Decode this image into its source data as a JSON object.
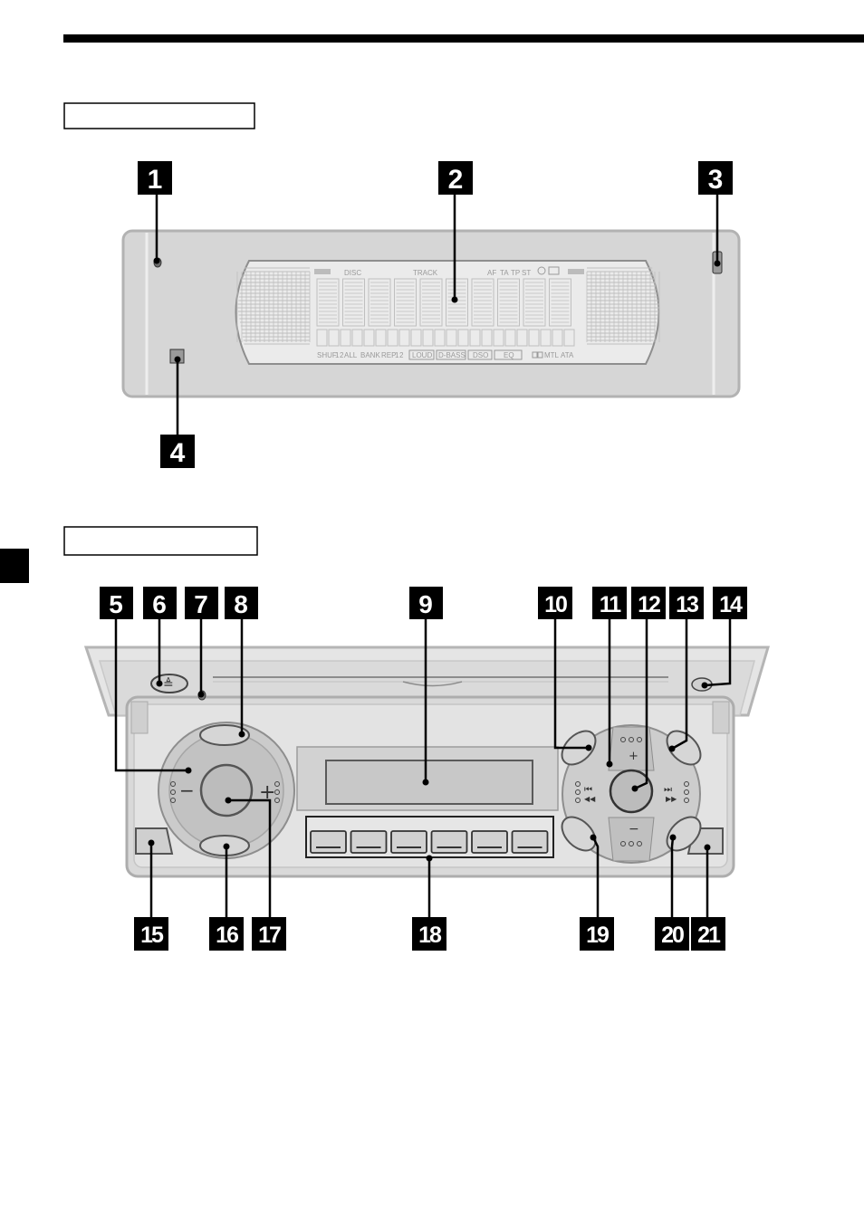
{
  "header_bar": {
    "color": "#000000"
  },
  "section_tab": {
    "color": "#000000"
  },
  "front_panel": {
    "callouts": [
      "1",
      "2",
      "3",
      "4"
    ],
    "display": {
      "top_labels": [
        "DISC",
        "TRACK",
        "AF",
        "TA",
        "TP",
        "ST"
      ],
      "bottom_labels": [
        "SHUF",
        "1",
        "2",
        "ALL",
        "BANK",
        "REP",
        "1",
        "2"
      ],
      "boxed_labels": [
        "LOUD",
        "D-BASS",
        "DSO",
        "EQ"
      ],
      "right_labels": [
        "MTL",
        "ATA"
      ]
    }
  },
  "main_unit": {
    "callouts": [
      "5",
      "6",
      "7",
      "8",
      "9",
      "10",
      "11",
      "12",
      "13",
      "14",
      "15",
      "16",
      "17",
      "18",
      "19",
      "20",
      "21"
    ],
    "glyphs": {
      "eject": "≜",
      "minus": "−",
      "plus": "+",
      "prev": "⏮",
      "rew": "◀◀",
      "next": "⏭",
      "ff": "▶▶"
    },
    "preset_button_count": 6
  },
  "colors": {
    "line": "#000000",
    "device_fill": "#d2d2d2",
    "device_stroke": "#9a9a9a",
    "lcd_grid": "#bfbfbf"
  }
}
